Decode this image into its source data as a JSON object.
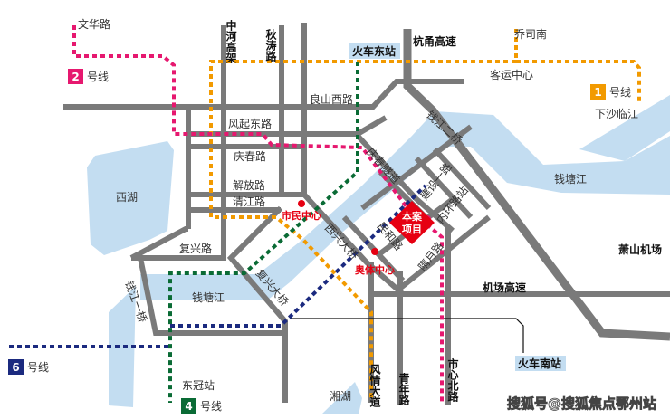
{
  "colors": {
    "line1": "#f29a00",
    "line2": "#e6186f",
    "line4": "#0a6b35",
    "line6": "#1b2a7f",
    "water": "#c3ddf1",
    "road": "#7a7a7a",
    "highlight": "#e60012"
  },
  "metro": {
    "line1": {
      "num": "1",
      "label": "号线"
    },
    "line2": {
      "num": "2",
      "label": "号线"
    },
    "line4": {
      "num": "4",
      "label": "号线"
    },
    "line6": {
      "num": "6",
      "label": "号线"
    }
  },
  "stations": {
    "wenhua": "文华路",
    "qiaosinan": "乔司南",
    "keyun": "客运中心",
    "xiasha": "下沙临江",
    "dongguan": "东冠站",
    "neihuan": "内环路站"
  },
  "rail": {
    "east": "火车东站",
    "south": "火车南站"
  },
  "roads": {
    "zhonghe": "中河高架",
    "qiutao": "秋涛路",
    "hangyong": "杭甬高速",
    "liangshan": "良山西路",
    "fengqi": "风起东路",
    "qingchun": "庆春路",
    "jiefang": "解放路",
    "qingjiang": "清江路",
    "fuxing": "复兴路",
    "qj1": "钱江一桥",
    "qj2": "钱江二桥",
    "xixing": "西兴大桥",
    "fuxingbridge": "复兴大桥",
    "qingchuntunnel": "庆春隧道",
    "jianshe": "建设一路",
    "minhe": "民和路",
    "panyue": "隋月路",
    "airport": "机场高速",
    "fengqing": "风情大道",
    "qingnian": "青年路",
    "shixin": "市心北路"
  },
  "water": {
    "xihu": "西湖",
    "qiantang_w": "钱塘江",
    "qiantang_e": "钱塘江",
    "xianghu": "湘湖"
  },
  "places": {
    "civic": "市民中心",
    "olympic": "奥体中心",
    "project": "本案\n项目",
    "airport": "萧山机场"
  },
  "watermark": "搜狐号@搜狐焦点鄂州站"
}
